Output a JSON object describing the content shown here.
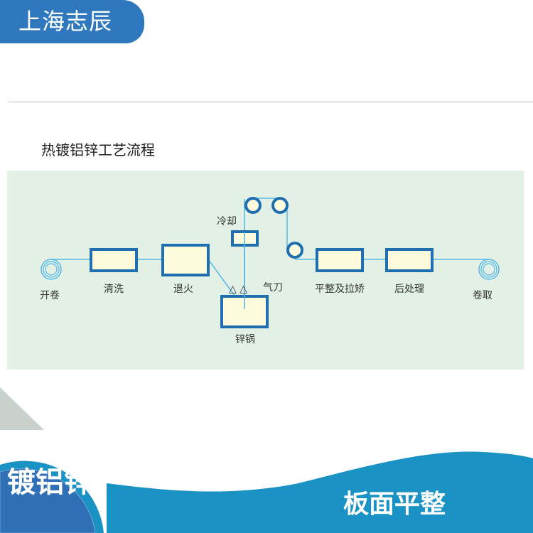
{
  "brand": "上海志辰",
  "diagram": {
    "title": "热镀铝锌工艺流程",
    "steps": {
      "uncoil": "开卷",
      "clean": "清洗",
      "anneal": "退火",
      "zinc_pot": "锌锅",
      "air_knife": "气刀",
      "air_knife_symbol": "△ △",
      "cooling": "冷却",
      "leveling": "平整及拉矫",
      "post_treatment": "后处理",
      "recoil": "卷取"
    }
  },
  "footer": {
    "tag": "镀铝锌",
    "slogan": "板面平整"
  },
  "colors": {
    "brand": "#2f78bd",
    "wave": "#1a93c4",
    "panel": "#e2f0e6",
    "box_border": "#1f6fb0",
    "strip": "#52b8e6",
    "box_fill": "#fdfbdc"
  }
}
